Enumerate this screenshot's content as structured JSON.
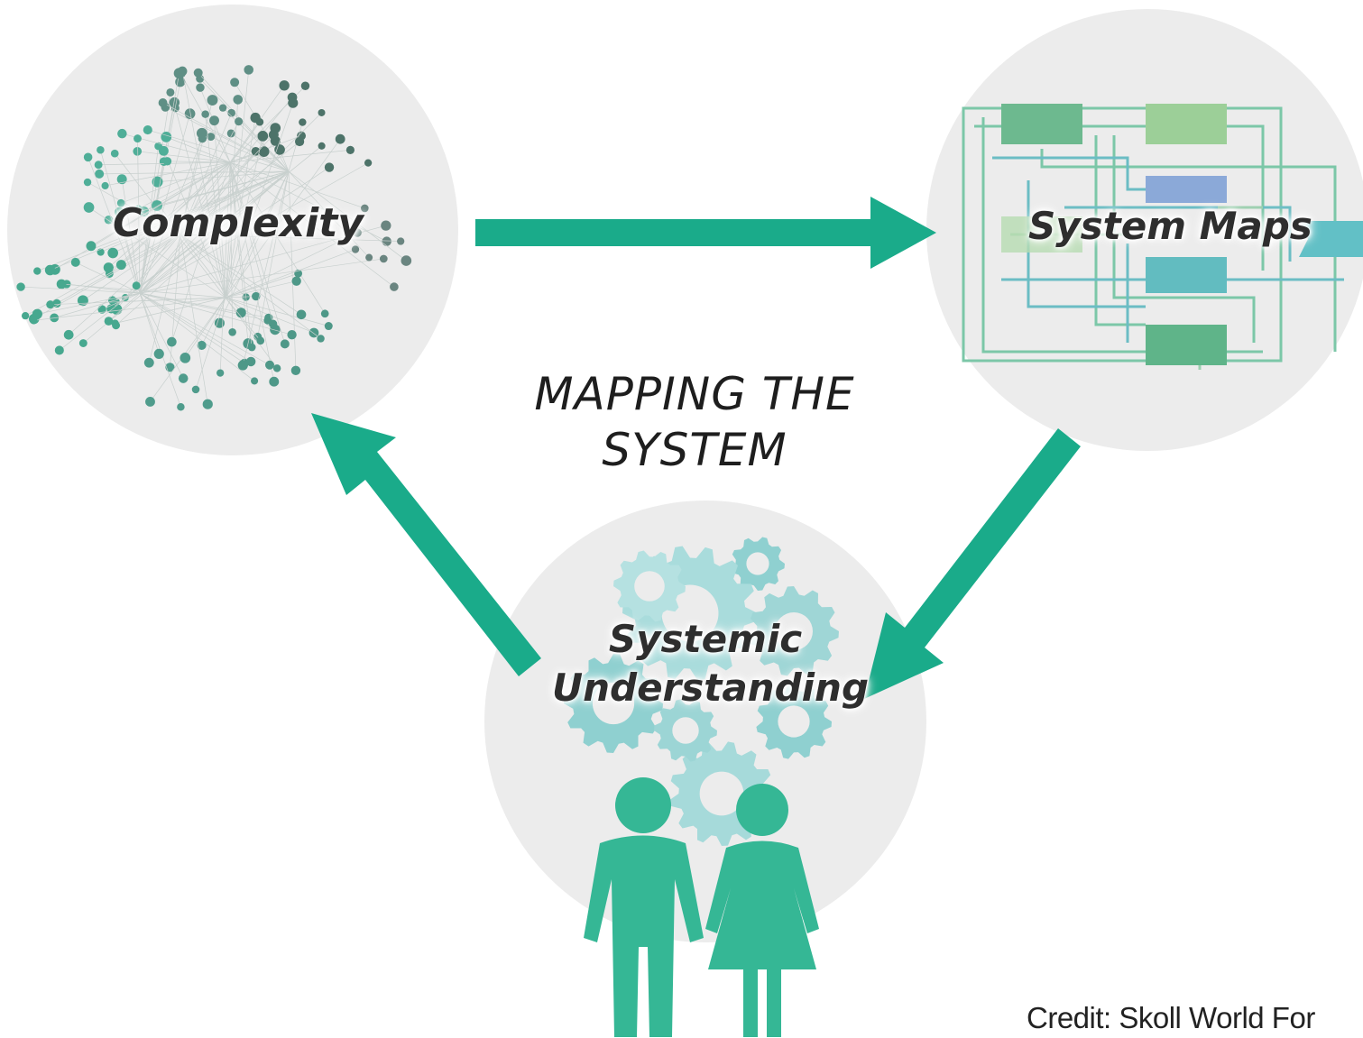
{
  "title_line1": "MAPPING THE",
  "title_line2": "SYSTEM",
  "nodes": {
    "complexity": "Complexity",
    "system_maps": "System Maps",
    "systemic_line1": "Systemic",
    "systemic_line2": "Understanding"
  },
  "credit": "Credit: Skoll World For",
  "colors": {
    "accent": "#1aab8a",
    "circle_fill": "#ececec",
    "people": "#35b795",
    "gears": "#8fd0d0"
  }
}
